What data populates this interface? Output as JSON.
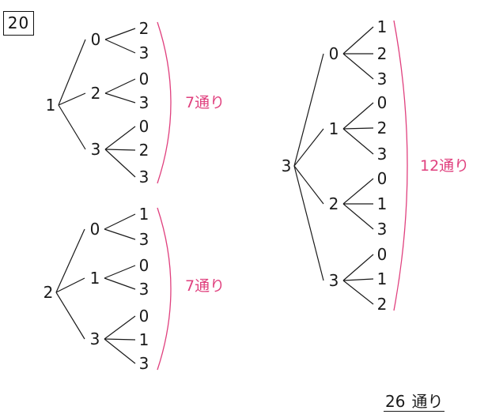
{
  "problem_number": "20",
  "trees": [
    {
      "root": "1",
      "branches": [
        {
          "digit": "0",
          "leaves": [
            "2",
            "3"
          ]
        },
        {
          "digit": "2",
          "leaves": [
            "0",
            "3"
          ]
        },
        {
          "digit": "3",
          "leaves": [
            "0",
            "2",
            "3"
          ]
        }
      ],
      "count_label": "7通り"
    },
    {
      "root": "2",
      "branches": [
        {
          "digit": "0",
          "leaves": [
            "1",
            "3"
          ]
        },
        {
          "digit": "1",
          "leaves": [
            "0",
            "3"
          ]
        },
        {
          "digit": "3",
          "leaves": [
            "0",
            "1",
            "3"
          ]
        }
      ],
      "count_label": "7通り"
    },
    {
      "root": "3",
      "branches": [
        {
          "digit": "0",
          "leaves": [
            "1",
            "2",
            "3"
          ]
        },
        {
          "digit": "1",
          "leaves": [
            "0",
            "2",
            "3"
          ]
        },
        {
          "digit": "2",
          "leaves": [
            "0",
            "1",
            "3"
          ]
        },
        {
          "digit": "3",
          "leaves": [
            "0",
            "1",
            "2"
          ]
        }
      ],
      "count_label": "12通り"
    }
  ],
  "answer": {
    "value": "26",
    "unit": "通り"
  },
  "colors": {
    "ink": "#1a1a1a",
    "accent": "#e0407e"
  }
}
